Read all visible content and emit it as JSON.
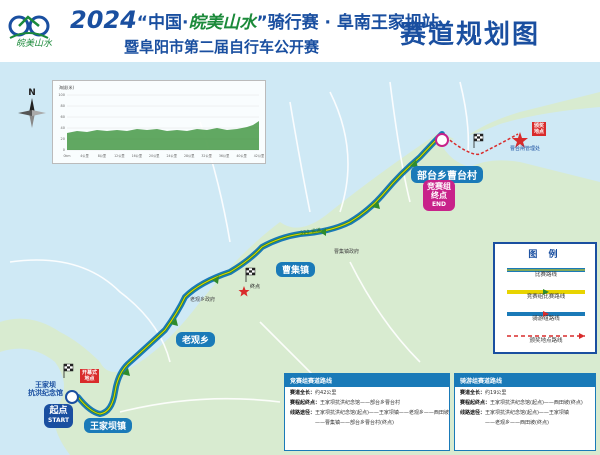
{
  "header": {
    "logo_text": "皖美山水",
    "year": "2024",
    "title_line1_a": "“中国·",
    "title_line1_italic": "皖美山水",
    "title_line1_b": "”骑行赛 · 阜南王家坝站",
    "title_line2": "暨阜阳市第二届自行车公开赛",
    "title_right": "赛道规划图"
  },
  "compass": {
    "label": "N"
  },
  "elevation": {
    "title": "海拔(米)",
    "y_ticks": [
      "100",
      "80",
      "60",
      "40",
      "20",
      "0"
    ],
    "x_ticks": [
      "0km",
      "4公里",
      "8公里",
      "12公里",
      "16公里",
      "20公里",
      "24公里",
      "28公里",
      "32公里",
      "36公里",
      "40公里",
      "42公里"
    ]
  },
  "places": {
    "start_name": "王家坝\n抗洪纪念馆",
    "start_badge_1": "起点",
    "start_badge_2": "START",
    "wangjiaba": "王家坝镇",
    "laoguan": "老观乡",
    "caoji": "曹集镇",
    "end_village": "部台乡曹台村",
    "end_badge_1": "竞赛组",
    "end_badge_2": "终点",
    "end_badge_3": "END",
    "opening": "开幕式\n地点",
    "awards": "颁奖\n地点",
    "caotai_admin": "曹台闸管理处",
    "finish_small": "终点",
    "road_320": "320 省道",
    "laoguan_small": "老观乡政府",
    "caoji_small": "曹集镇政府"
  },
  "legend": {
    "title": "图 例",
    "items": [
      {
        "label": "比赛路线",
        "color": "#1a7ab8",
        "style": "solid-double"
      },
      {
        "label": "竞赛组比赛路线",
        "color": "#e8d400",
        "style": "arrow-green"
      },
      {
        "label": "骑游组路线",
        "color": "#1a7ab8",
        "style": "arrow-red"
      },
      {
        "label": "颁奖地点路线",
        "color": "#d92b2b",
        "style": "dashed"
      }
    ]
  },
  "race_box": {
    "head": "竞赛组赛道路线",
    "distance_label": "赛道全长：",
    "distance_value": "约42公里",
    "start_end_label": "赛程起终点：",
    "start_end_value": "王家坝抗洪纪念馆——部台乡曹台村",
    "route_label": "线路途径：",
    "route_value_1": "王家坝抗洪纪念馆(起点)——王家坝镇——老观乡——西田坡",
    "route_value_2": "——曹集镇——部台乡曹台村(终点)"
  },
  "ride_box": {
    "head": "骑游组赛道路线",
    "distance_label": "赛道全长：",
    "distance_value": "约19公里",
    "start_end_label": "赛程起终点：",
    "start_end_value": "王家坝抗洪纪念馆(起点)——西田坡(终点)",
    "route_label": "线路途径：",
    "route_value_1": "王家坝抗洪纪念馆(起点)——王家坝镇",
    "route_value_2": "——老观乡——西田坡(终点)"
  },
  "colors": {
    "route_blue": "#1a7ab8",
    "route_green": "#2e8b2e",
    "route_yellow": "#e8d400",
    "water": "#cfe9f5",
    "land": "#d8ebd0",
    "badge_red": "#d92b2b",
    "end_pink": "#c8228a"
  }
}
